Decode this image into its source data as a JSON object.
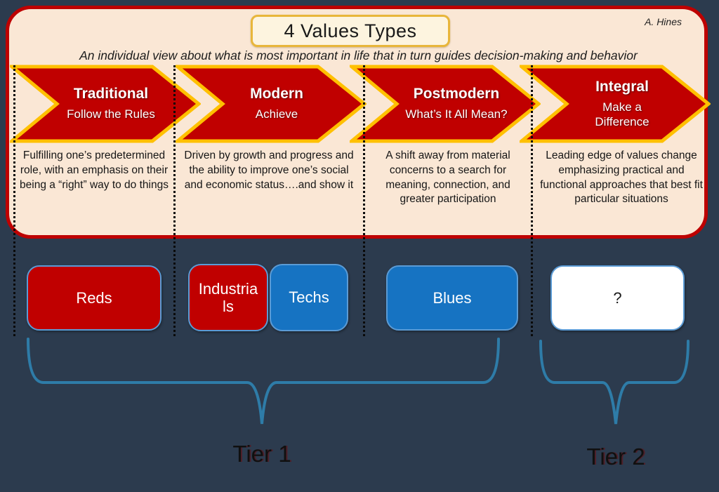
{
  "page": {
    "background_color": "#2C3B4E"
  },
  "header": {
    "title": "4 Values Types",
    "author": "A. Hines",
    "subtitle": "An individual view about what is most important in life that in turn guides decision-making and behavior"
  },
  "value_types": [
    {
      "name": "Traditional",
      "tagline": "Follow the Rules",
      "description": "Fulfilling one’s predetermined role, with an emphasis on their being a “right” way to do things"
    },
    {
      "name": "Modern",
      "tagline": "Achieve",
      "description": "Driven by growth and progress and the ability to improve one’s social and economic status….and show it"
    },
    {
      "name": "Postmodern",
      "tagline": "What’s It All Mean?",
      "description": "A shift away from material concerns to a search for meaning, connection, and greater participation"
    },
    {
      "name": "Integral",
      "tagline": "Make a Difference",
      "description": "Leading edge of values change emphasizing practical and functional approaches that best fit particular situations"
    }
  ],
  "groups": [
    {
      "label": "Reds",
      "fill": "#C00000",
      "text_color": "#FFFFFF"
    },
    {
      "label": "Industrials",
      "fill": "#C00000",
      "text_color": "#FFFFFF"
    },
    {
      "label": "Techs",
      "fill": "#1673C2",
      "text_color": "#FFFFFF"
    },
    {
      "label": "Blues",
      "fill": "#1673C2",
      "text_color": "#FFFFFF"
    },
    {
      "label": "?",
      "fill": "#FFFFFF",
      "text_color": "#1A1A1A"
    }
  ],
  "tiers": [
    {
      "label": "Tier 1"
    },
    {
      "label": "Tier 2"
    }
  ],
  "colors": {
    "card_background": "#FAE7D5",
    "card_border": "#BE0000",
    "chevron_fill": "#C00000",
    "chevron_outline": "#FFC000",
    "blue_fill": "#1673C2",
    "box_border": "#5B9BD5",
    "brace": "#2E7CA8",
    "title_box_border": "#E8B63A",
    "title_box_fill": "#FDF4DF"
  }
}
